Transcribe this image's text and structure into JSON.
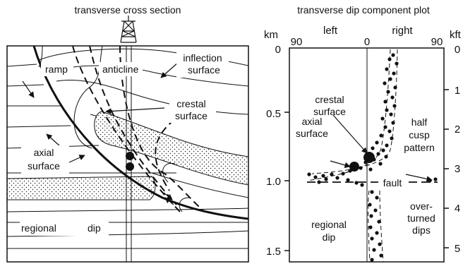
{
  "left_panel": {
    "title": "transverse cross section",
    "labels": {
      "ramp": "ramp",
      "anticline": "anticline",
      "inflection_1": "inflection",
      "inflection_2": "surface",
      "crestal_1": "crestal",
      "crestal_2": "surface",
      "axial_1": "axial",
      "axial_2": "surface",
      "regional": "regional",
      "dip": "dip"
    }
  },
  "right_panel": {
    "title": "transverse dip component plot",
    "top_labels": {
      "km": "km",
      "kft": "kft",
      "left": "left",
      "right": "right"
    },
    "x_ticks": [
      "90",
      "0",
      "90"
    ],
    "km_ticks": [
      "0",
      "0.5",
      "1.0",
      "1.5"
    ],
    "kft_ticks": [
      "0",
      "1",
      "2",
      "3",
      "4",
      "5"
    ],
    "labels": {
      "crestal_1": "crestal",
      "crestal_2": "surface",
      "axial_1": "axial",
      "axial_2": "surface",
      "half_1": "half",
      "half_2": "cusp",
      "half_3": "pattern",
      "fault": "fault",
      "regional_1": "regional",
      "regional_2": "dip",
      "over_1": "over-",
      "over_2": "turned",
      "over_3": "dips"
    }
  },
  "colors": {
    "ink": "#111111",
    "background": "#ffffff"
  }
}
